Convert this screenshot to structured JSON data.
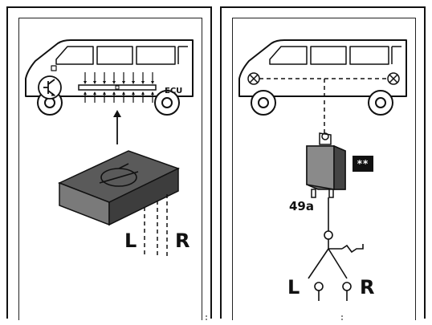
{
  "left_panel": {
    "ecu_label": "ECU",
    "left_label": "L",
    "right_label": "R"
  },
  "right_panel": {
    "relay_badge": "**",
    "terminal_label": "49a",
    "left_label": "L",
    "right_label": "R"
  }
}
